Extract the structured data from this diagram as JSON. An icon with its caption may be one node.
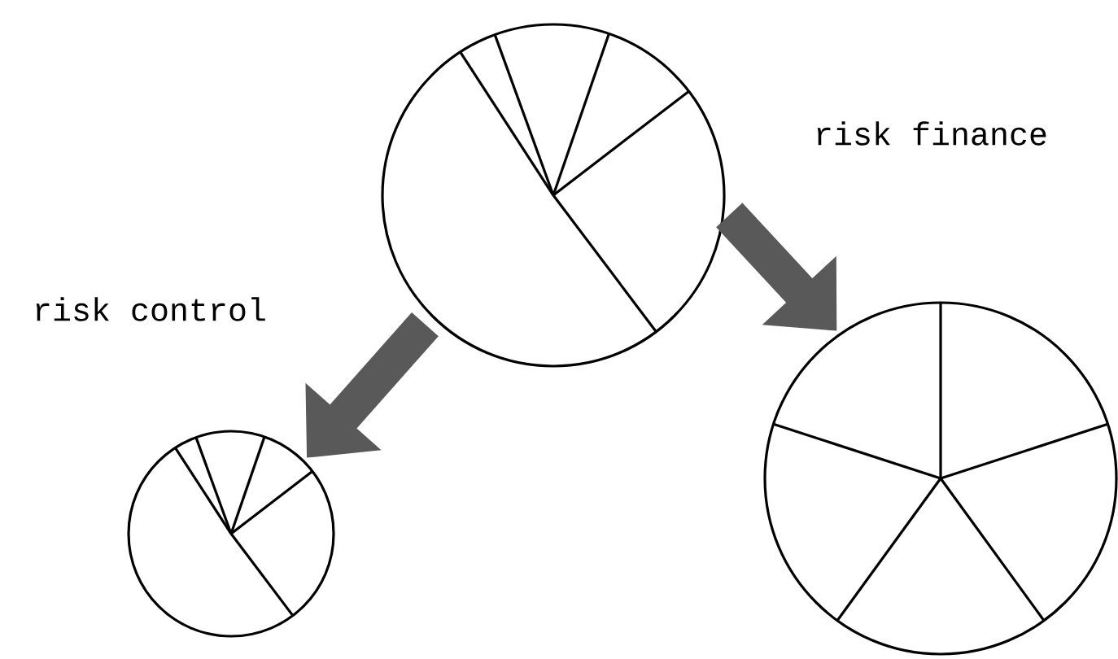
{
  "diagram": {
    "nodes": [
      {
        "text": [],
        "shape": "circle"
      },
      {
        "text": [],
        "shape": "circle"
      },
      {
        "text": [],
        "shape": "circle"
      }
    ],
    "edges": [
      {
        "from": 0,
        "to": 1,
        "arrow": "to",
        "label": "risk control"
      },
      {
        "from": 0,
        "to": 2,
        "arrow": "to",
        "label": "risk finance"
      }
    ]
  }
}
